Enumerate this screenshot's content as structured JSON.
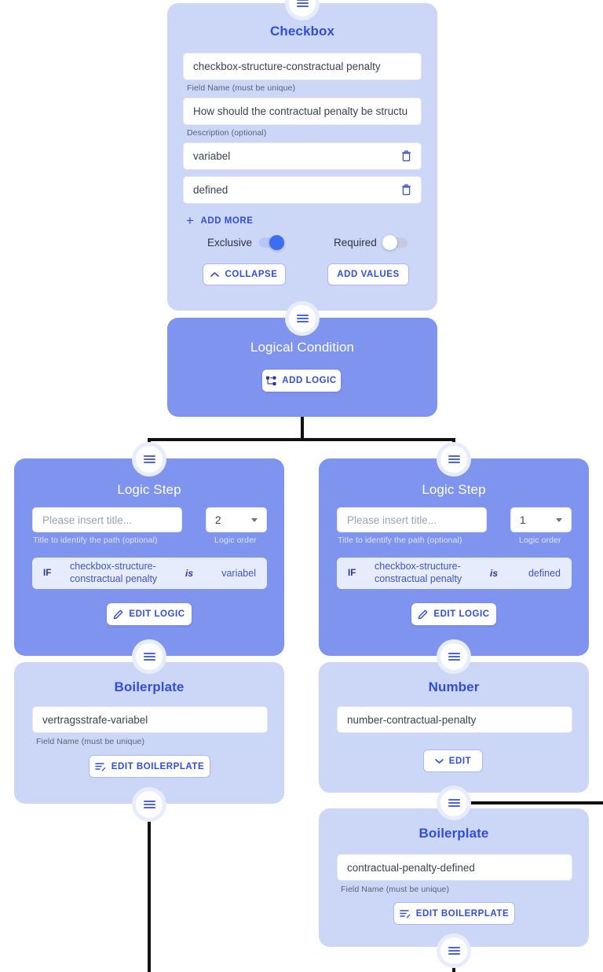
{
  "nodes": {
    "checkbox": {
      "title": "Checkbox",
      "field_name_value": "checkbox-structure-constractual penalty",
      "field_name_caption": "Field Name (must be unique)",
      "description_value": "How should the contractual penalty be structu",
      "description_caption": "Description (optional)",
      "values": [
        {
          "label": "variabel",
          "delete_icon": "trash-icon"
        },
        {
          "label": "defined",
          "delete_icon": "trash-icon"
        }
      ],
      "add_more_label": "ADD MORE",
      "add_more_icon": "plus-icon",
      "toggles": [
        {
          "label": "Exclusive",
          "state": "on"
        },
        {
          "label": "Required",
          "state": "off"
        }
      ],
      "collapse_label": "COLLAPSE",
      "collapse_icon": "chevron-up-icon",
      "add_values_label": "ADD VALUES"
    },
    "logical_condition": {
      "title": "Logical Condition",
      "add_logic_label": "ADD LOGIC",
      "add_logic_icon": "sitemap-icon"
    },
    "logic_step_left": {
      "title": "Logic Step",
      "title_placeholder": "Please insert title...",
      "title_caption": "Title to identify the path (optional)",
      "order_value": "2",
      "order_caption": "Logic order",
      "order_icon": "chevron-down-icon",
      "condition": {
        "if": "IF",
        "field": "checkbox-structure-constractual penalty",
        "operator": "is",
        "value": "variabel"
      },
      "edit_logic_label": "EDIT LOGIC",
      "edit_logic_icon": "pencil-icon"
    },
    "logic_step_right": {
      "title": "Logic Step",
      "title_placeholder": "Please insert title...",
      "title_caption": "Title to identify the path (optional)",
      "order_value": "1",
      "order_caption": "Logic order",
      "order_icon": "chevron-down-icon",
      "condition": {
        "if": "IF",
        "field": "checkbox-structure-constractual penalty",
        "operator": "is",
        "value": "defined"
      },
      "edit_logic_label": "EDIT LOGIC",
      "edit_logic_icon": "pencil-icon"
    },
    "boilerplate_left": {
      "title": "Boilerplate",
      "field_name_value": "vertragsstrafe-variabel",
      "field_name_caption": "Field Name (must be unique)",
      "edit_label": "EDIT BOILERPLATE",
      "edit_icon": "edit-lines-icon"
    },
    "number": {
      "title": "Number",
      "field_name_value": "number-contractual-penalty",
      "edit_label": "EDIT",
      "edit_icon": "chevron-down-icon"
    },
    "boilerplate_right": {
      "title": "Boilerplate",
      "field_name_value": "contractual-penalty-defined",
      "field_name_caption": "Field Name (must be unique)",
      "edit_label": "EDIT BOILERPLATE",
      "edit_icon": "edit-lines-icon"
    }
  },
  "colors": {
    "card_light": "#ccd7f8",
    "card_dark": "#7e94ef",
    "accent": "#2f4ee0",
    "toggle_on": "#3b6ef0",
    "edge": "#111111",
    "condition_pill": "#e7ecfd"
  },
  "handle_icon": "drag-handle-icon"
}
